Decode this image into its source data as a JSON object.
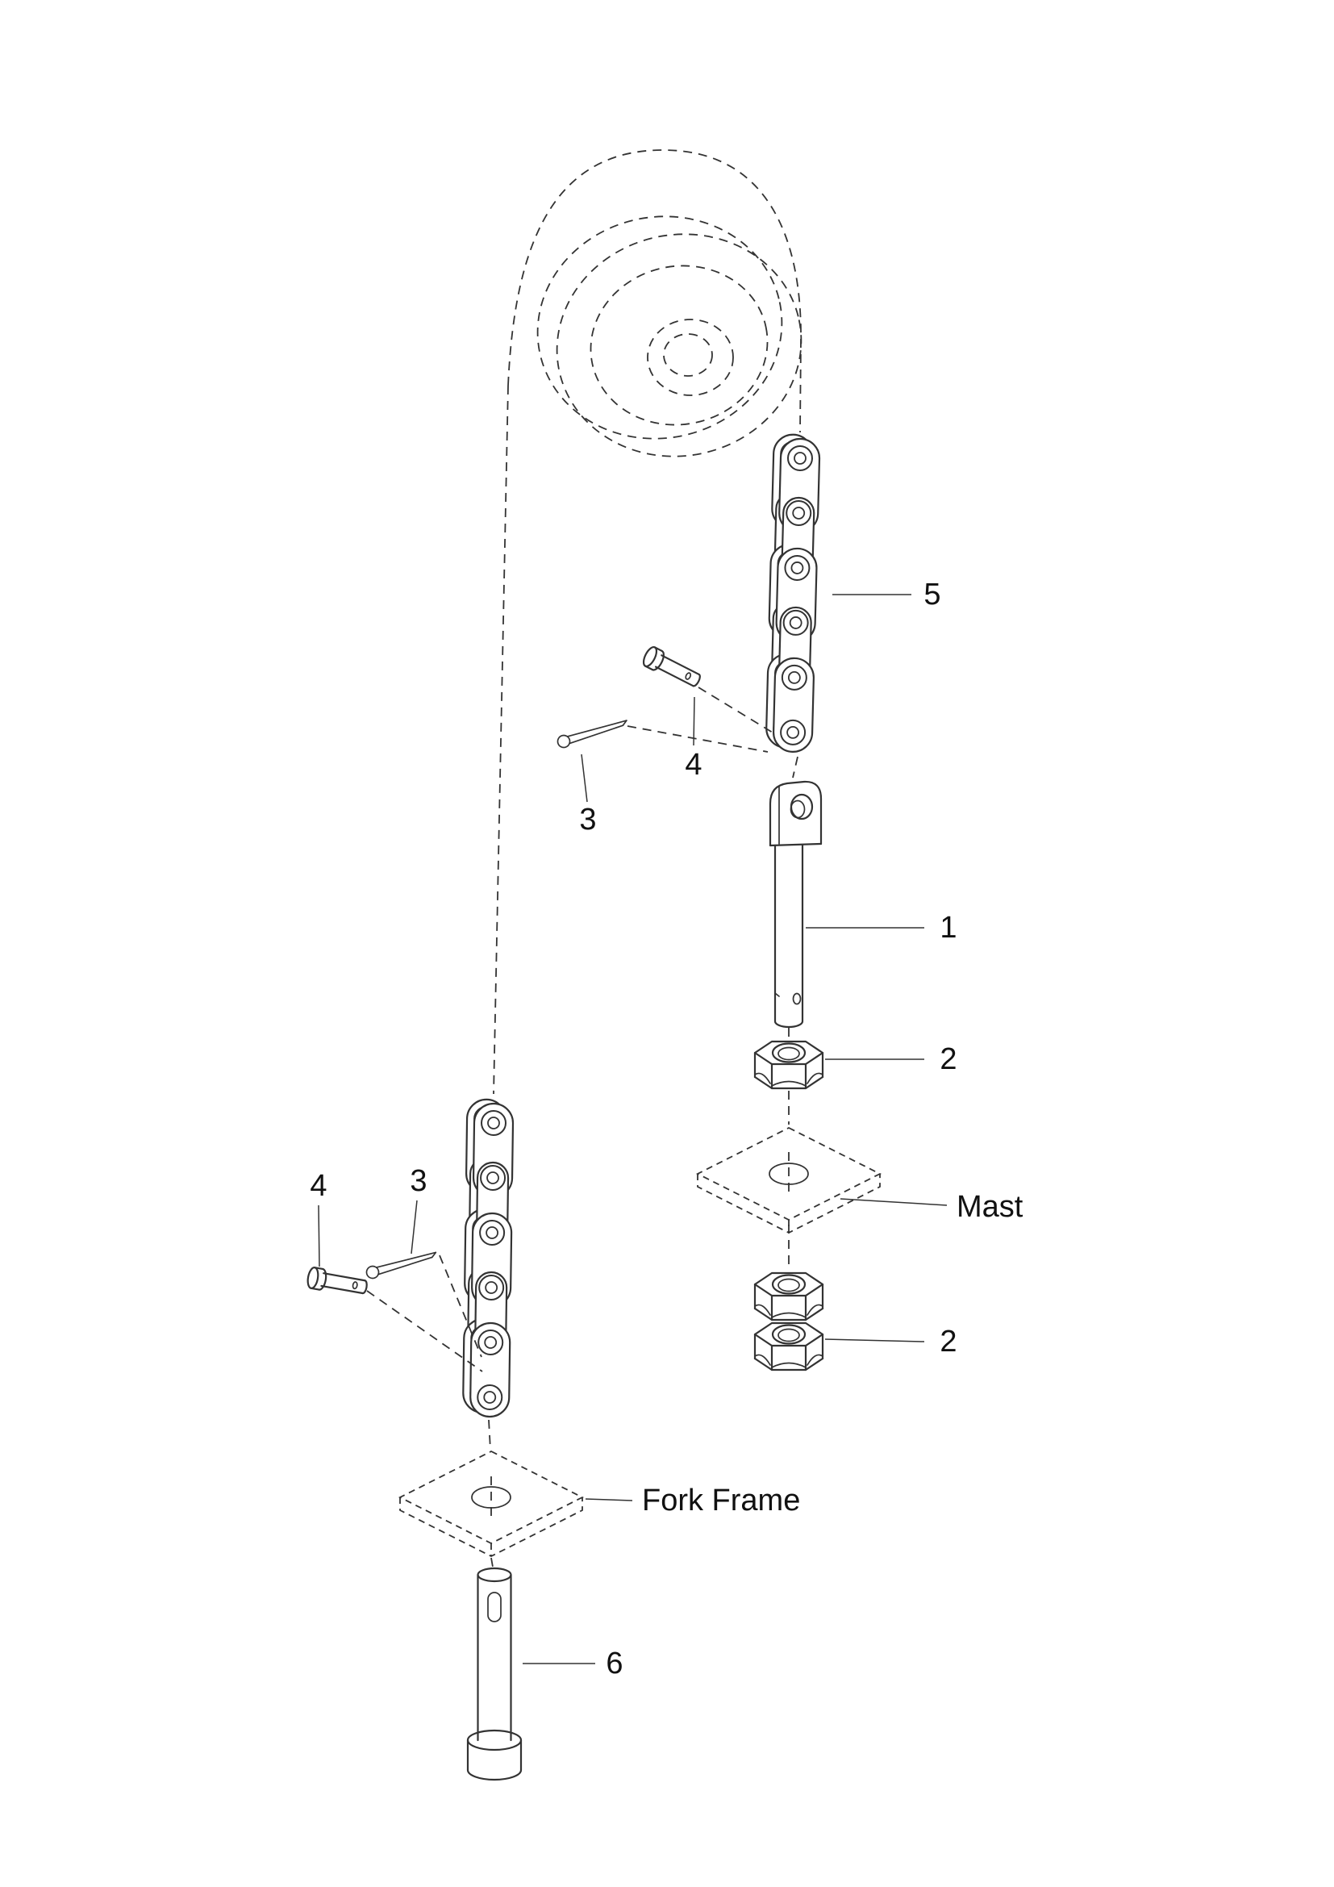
{
  "diagram": {
    "background_color": "#ffffff",
    "line_color": "#333333",
    "callouts": {
      "part1": "1",
      "part2_upper": "2",
      "part2_lower": "2",
      "part3_upper": "3",
      "part3_lower": "3",
      "part4_upper": "4",
      "part4_lower": "4",
      "part5": "5",
      "part6": "6",
      "mast": "Mast",
      "fork_frame": "Fork Frame"
    }
  }
}
